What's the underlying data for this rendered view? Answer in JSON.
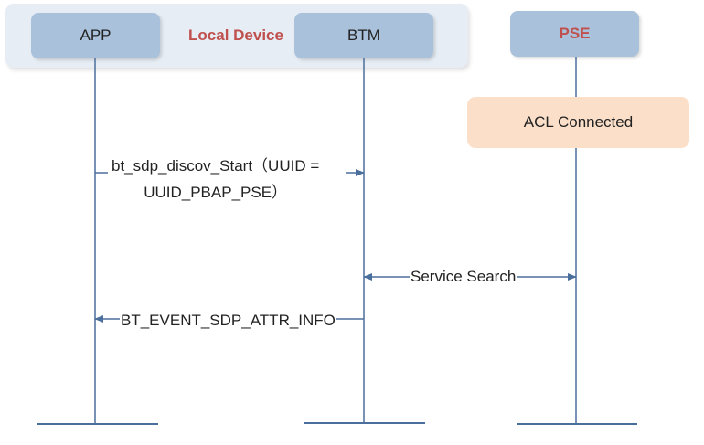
{
  "group": {
    "label": "Local Device"
  },
  "lifelines": {
    "app": "APP",
    "btm": "BTM",
    "pse": "PSE"
  },
  "note": {
    "text": "ACL Connected"
  },
  "messages": {
    "discover_line1": "bt_sdp_discov_Start（UUID =",
    "discover_line2": "UUID_PBAP_PSE）",
    "service_search": "Service Search",
    "attr_info": "BT_EVENT_SDP_ATTR_INFO"
  },
  "colors": {
    "lifeline": "#4a6f9c",
    "head": "#a9c1da",
    "group": "#e6edf4",
    "note": "#fbdfc9",
    "accent_text": "#c0504d"
  }
}
